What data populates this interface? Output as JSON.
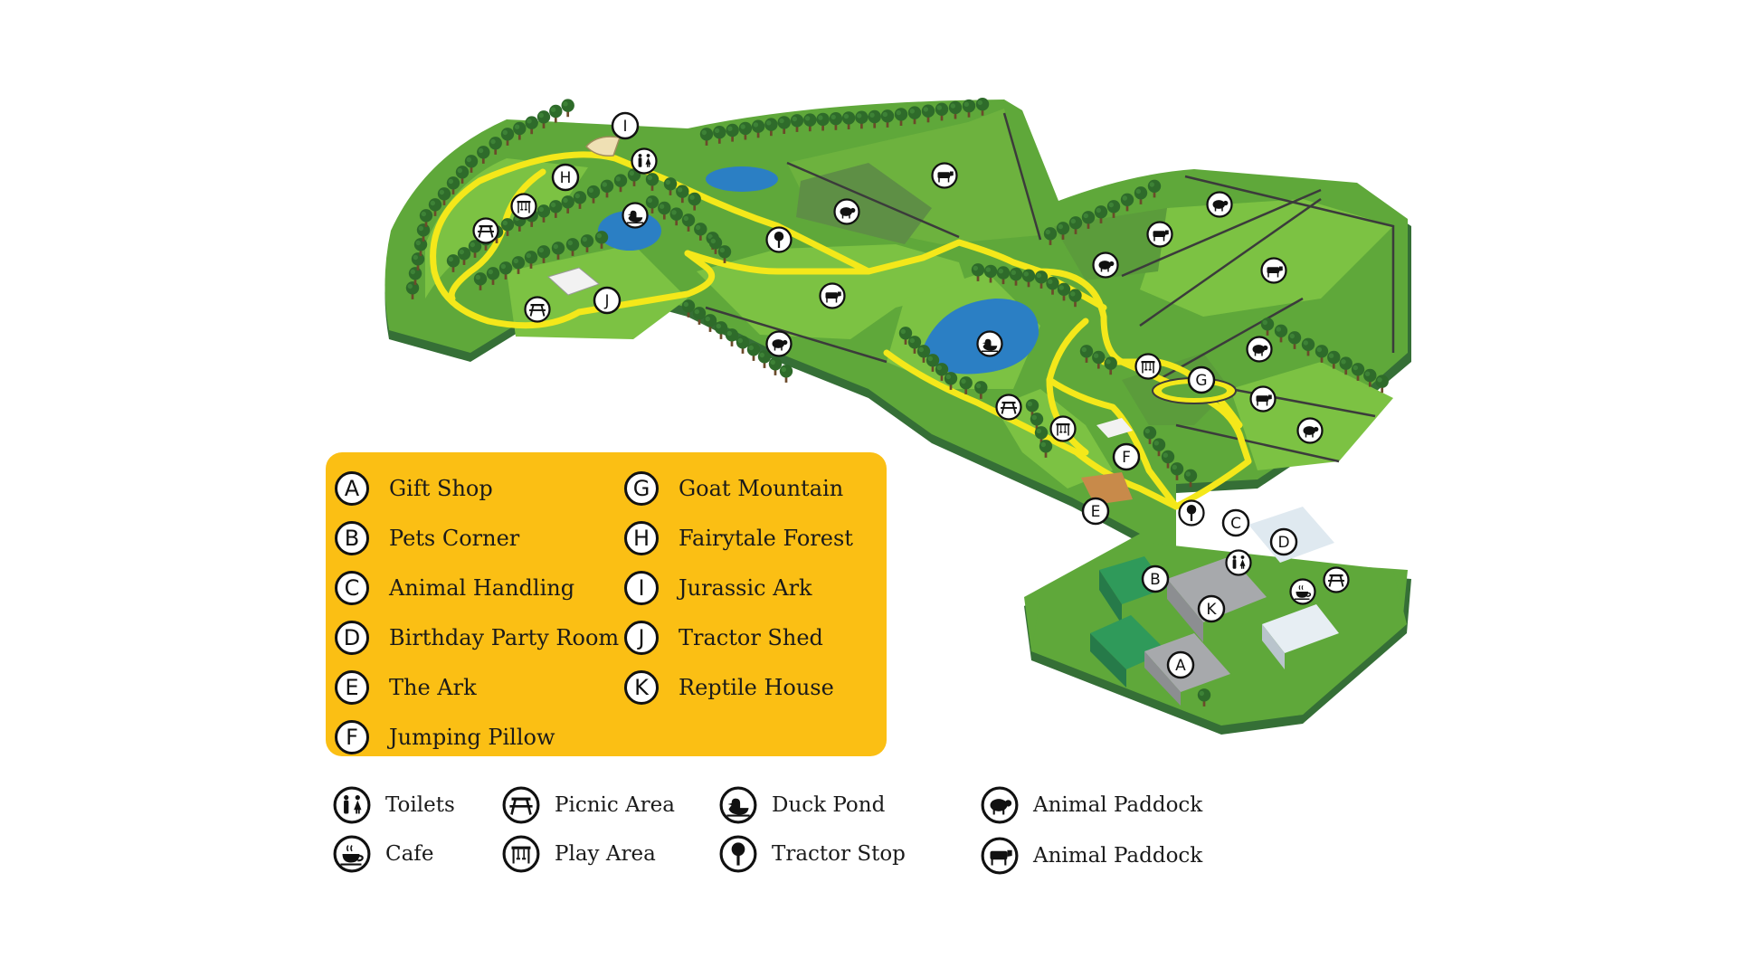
{
  "legend": {
    "locations": [
      {
        "letter": "A",
        "label": "Gift Shop"
      },
      {
        "letter": "B",
        "label": "Pets Corner"
      },
      {
        "letter": "C",
        "label": "Animal Handling"
      },
      {
        "letter": "D",
        "label": "Birthday Party Room"
      },
      {
        "letter": "E",
        "label": "The Ark"
      },
      {
        "letter": "F",
        "label": "Jumping Pillow"
      },
      {
        "letter": "G",
        "label": "Goat Mountain"
      },
      {
        "letter": "H",
        "label": "Fairytale Forest"
      },
      {
        "letter": "I",
        "label": "Jurassic Ark"
      },
      {
        "letter": "J",
        "label": "Tractor Shed"
      },
      {
        "letter": "K",
        "label": "Reptile House"
      }
    ],
    "icons": [
      {
        "icon": "toilets-icon",
        "label": "Toilets"
      },
      {
        "icon": "cafe-icon",
        "label": "Cafe"
      },
      {
        "icon": "picnic-icon",
        "label": "Picnic Area"
      },
      {
        "icon": "play-icon",
        "label": "Play Area"
      },
      {
        "icon": "duck-icon",
        "label": "Duck Pond"
      },
      {
        "icon": "tractor-stop-icon",
        "label": "Tractor Stop"
      },
      {
        "icon": "sheep-icon",
        "label": "Animal  Paddock"
      },
      {
        "icon": "cow-icon",
        "label": "Animal  Paddock"
      }
    ]
  },
  "map_markers": {
    "letters": [
      "A",
      "B",
      "C",
      "D",
      "E",
      "F",
      "G",
      "H",
      "I",
      "J",
      "K"
    ]
  },
  "colors": {
    "grass_light": "#7cc243",
    "grass_mid": "#5fa83a",
    "grass_dark": "#3f8a3c",
    "grass_edge": "#356f36",
    "path": "#f4e81a",
    "water": "#2b7fc4",
    "tree": "#2e6b2a",
    "legend_bg": "#fbbf14",
    "building_green": "#2f9a5a",
    "building_gray": "#a7a9ac"
  }
}
